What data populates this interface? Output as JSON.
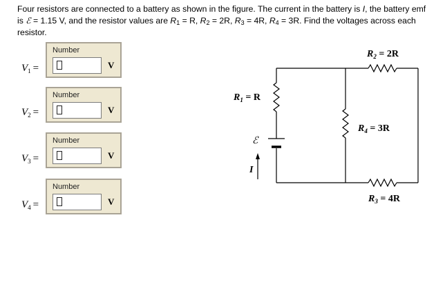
{
  "problem": {
    "p1": "Four resistors are connected to a battery as shown in the figure. The current in the battery is ",
    "I": "I",
    "p2": ", the battery emf is ",
    "emf_symbol": "ℰ",
    "p3": " = 1.15 V, and the resistor values are ",
    "r1": "R",
    "r1s": "1",
    "r1v": " = R, ",
    "r2": "R",
    "r2s": "2",
    "r2v": " = 2R, ",
    "r3": "R",
    "r3s": "3",
    "r3v": " = 4R, ",
    "r4": "R",
    "r4s": "4",
    "r4v": " = 3R. Find the voltages across each resistor."
  },
  "answers": [
    {
      "var": "V",
      "sub": "1",
      "eq": "=",
      "label": "Number",
      "value": "",
      "unit": "V"
    },
    {
      "var": "V",
      "sub": "2",
      "eq": "=",
      "label": "Number",
      "value": "",
      "unit": "V"
    },
    {
      "var": "V",
      "sub": "3",
      "eq": "=",
      "label": "Number",
      "value": "",
      "unit": "V"
    },
    {
      "var": "V",
      "sub": "4",
      "eq": "=",
      "label": "Number",
      "value": "",
      "unit": "V"
    }
  ],
  "circuit": {
    "r1_label": "R",
    "r1_sub": "1",
    "r1_value": " = R",
    "r2_label": "R",
    "r2_sub": "2",
    "r2_value": " = 2R",
    "r3_label": "R",
    "r3_sub": "3",
    "r3_value": " = 4R",
    "r4_label": "R",
    "r4_sub": "4",
    "r4_value": " = 3R",
    "emf_label": "ℰ",
    "current_label": "I"
  }
}
